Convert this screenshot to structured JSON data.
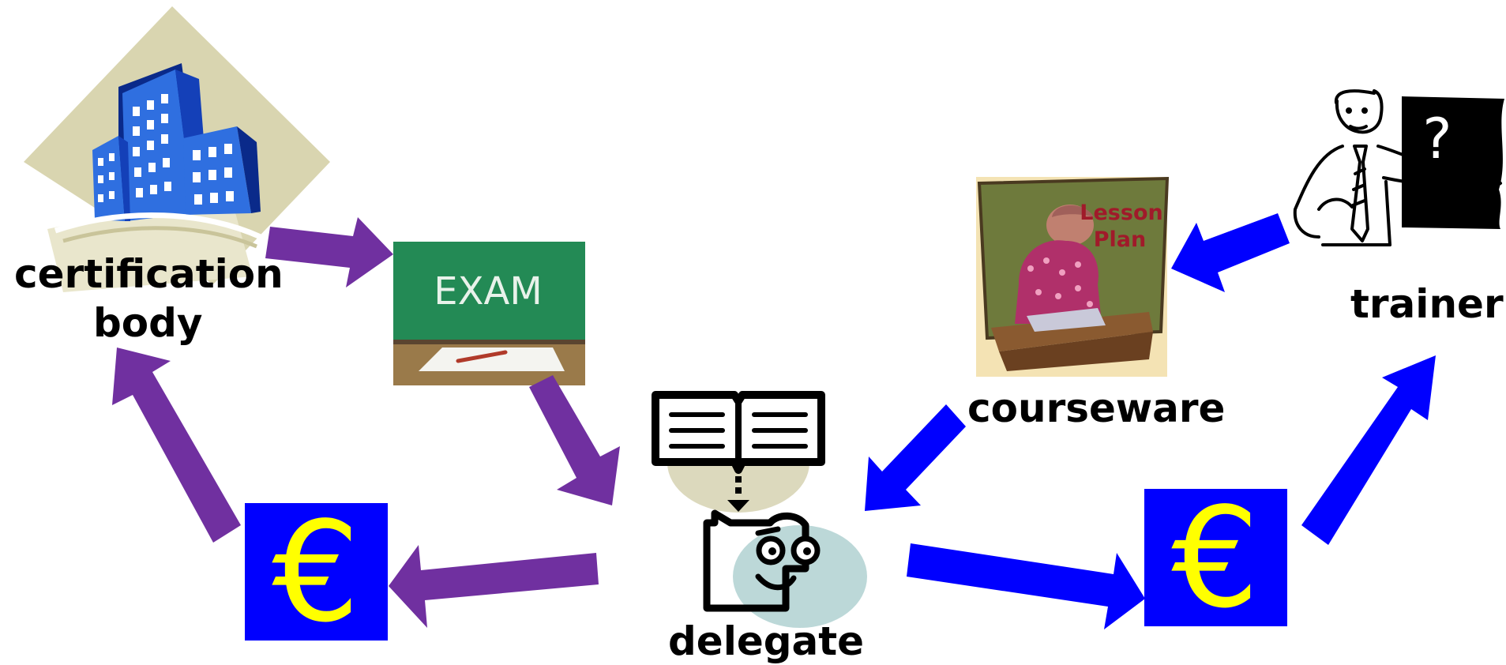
{
  "nodes": {
    "certification_body": {
      "label_line1": "certification",
      "label_line2": "body",
      "icon": "office-building-icon"
    },
    "exam": {
      "board_text": "EXAM",
      "icon": "exam-chalkboard-icon"
    },
    "delegate": {
      "label": "delegate",
      "icon": "reader-face-icon"
    },
    "payment_left": {
      "symbol": "€",
      "icon": "euro-icon"
    },
    "payment_right": {
      "symbol": "€",
      "icon": "euro-icon"
    },
    "courseware": {
      "label": "courseware",
      "poster_text_line1": "Lesson",
      "poster_text_line2": "Plan",
      "icon": "lesson-plan-icon"
    },
    "trainer": {
      "label": "trainer",
      "board_text": "?",
      "icon": "trainer-blackboard-icon"
    }
  },
  "colors": {
    "purple_arrow": "#7030A0",
    "blue_arrow": "#0000FF",
    "euro_background": "#0000FF",
    "euro_symbol": "#FFFF00"
  },
  "edges": [
    {
      "from": "certification_body",
      "to": "exam",
      "color": "purple"
    },
    {
      "from": "exam",
      "to": "delegate",
      "color": "purple"
    },
    {
      "from": "delegate",
      "to": "payment_left",
      "color": "purple"
    },
    {
      "from": "payment_left",
      "to": "certification_body",
      "color": "purple"
    },
    {
      "from": "trainer",
      "to": "courseware",
      "color": "blue"
    },
    {
      "from": "courseware",
      "to": "delegate",
      "color": "blue"
    },
    {
      "from": "delegate",
      "to": "payment_right",
      "color": "blue"
    },
    {
      "from": "payment_right",
      "to": "trainer",
      "color": "blue"
    }
  ]
}
